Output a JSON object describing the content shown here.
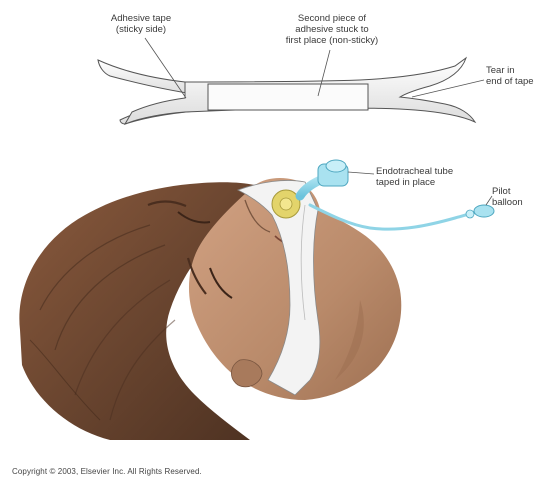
{
  "labels": {
    "adhesive_tape": [
      "Adhesive tape",
      "(sticky side)"
    ],
    "second_piece": [
      "Second piece of",
      "adhesive stuck to",
      "first place (non-sticky)"
    ],
    "tear": [
      "Tear in",
      "end of tape"
    ],
    "et_tube": [
      "Endotracheal tube",
      "taped in place"
    ],
    "pilot_balloon": [
      "Pilot",
      "balloon"
    ]
  },
  "copyright": "Copyright © 2003, Elsevier Inc. All Rights Reserved.",
  "colors": {
    "tape": "#f4f4f4",
    "tape_outline": "#555555",
    "skin": "#b98a6a",
    "hair": "#6b4630",
    "tube": "#8fd4e6",
    "bite_block": "#e3d46b"
  }
}
